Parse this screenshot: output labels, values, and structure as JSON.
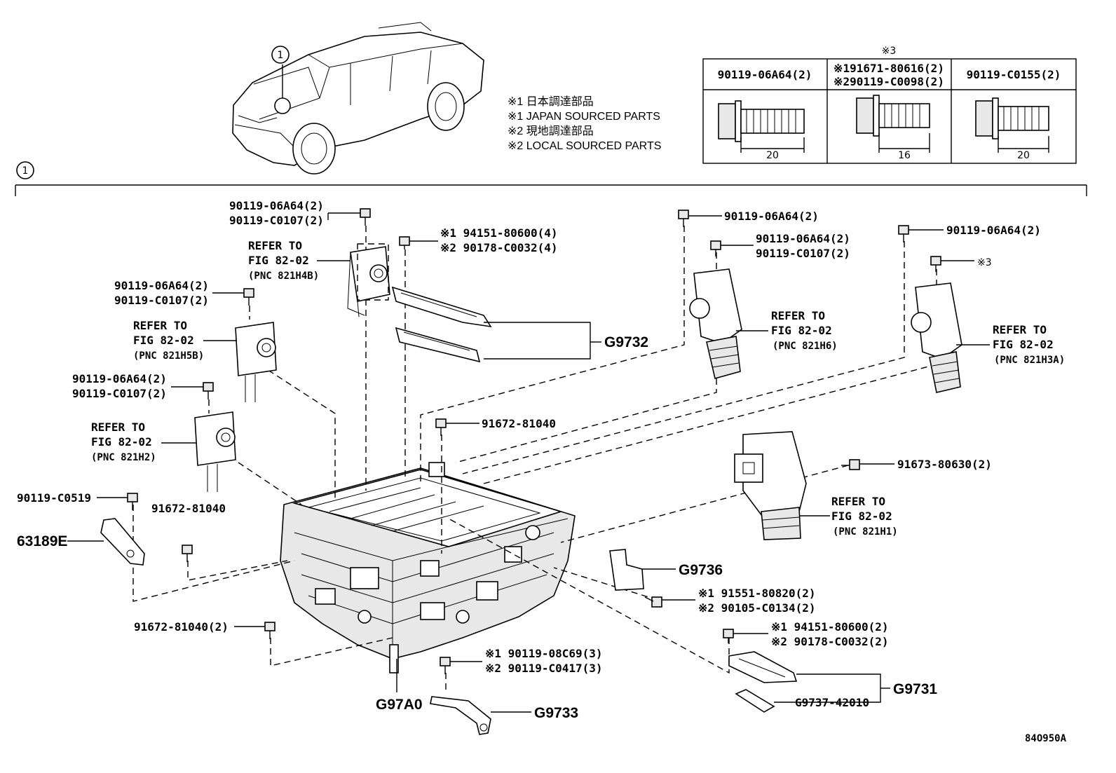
{
  "callout_number": "1",
  "notes": [
    "※1 日本調達部品",
    "※1 JAPAN SOURCED PARTS",
    "※2 現地調達部品",
    "※2 LOCAL SOURCED PARTS"
  ],
  "bolt_table": {
    "caption": "※3",
    "columns": [
      {
        "header_lines": [
          "90119-06A64(2)"
        ],
        "dimension": "20"
      },
      {
        "header_lines": [
          "※191671-80616(2)",
          "※290119-C0098(2)"
        ],
        "dimension": "16"
      },
      {
        "header_lines": [
          "90119-C0155(2)"
        ],
        "dimension": "20"
      }
    ]
  },
  "labels": {
    "top_bolt_a1": "90119-06A64(2)",
    "top_bolt_a2": "90119-C0107(2)",
    "refer_a1": "REFER TO",
    "refer_a2": "FIG 82-02",
    "refer_a3": "(PNC 821H4B)",
    "nut_top1": "※1 94151-80600(4)",
    "nut_top2": "※2 90178-C0032(4)",
    "left_bolt_b1": "90119-06A64(2)",
    "left_bolt_b2": "90119-C0107(2)",
    "refer_b1": "REFER TO",
    "refer_b2": "FIG 82-02",
    "refer_b3": "(PNC 821H5B)",
    "left_bolt_c1": "90119-06A64(2)",
    "left_bolt_c2": "90119-C0107(2)",
    "refer_c1": "REFER TO",
    "refer_c2": "FIG 82-02",
    "refer_c3": "(PNC 821H2)",
    "g9732": "G9732",
    "right_bolt_d": "90119-06A64(2)",
    "right_bolt_e1": "90119-06A64(2)",
    "right_bolt_e2": "90119-C0107(2)",
    "refer_e1": "REFER TO",
    "refer_e2": "FIG 82-02",
    "refer_e3": "(PNC 821H6)",
    "far_bolt_f": "90119-06A64(2)",
    "far_note_f": "※3",
    "refer_f1": "REFER TO",
    "refer_f2": "FIG 82-02",
    "refer_f3": "(PNC 821H3A)",
    "bolt_91672_a": "91672-81040",
    "bolt_91673": "91673-80630(2)",
    "refer_g1": "REFER TO",
    "refer_g2": "FIG 82-02",
    "refer_g3": "(PNC 821H1)",
    "bolt_c0519": "90119-C0519",
    "bolt_91672_b": "91672-81040",
    "bracket_63189e": "63189E",
    "g9736": "G9736",
    "bolt_91551_1": "※1 91551-80820(2)",
    "bolt_91551_2": "※2 90105-C0134(2)",
    "bolt_91672_c": "91672-81040(2)",
    "nut_bot1": "※1 94151-80600(2)",
    "nut_bot2": "※2 90178-C0032(2)",
    "bolt_08c69_1": "※1 90119-08C69(3)",
    "bolt_08c69_2": "※2 90119-C0417(3)",
    "g97a0": "G97A0",
    "g9733": "G9733",
    "g9731": "G9731",
    "g9737": "G9737-42010",
    "diagram_id": "84O950A"
  }
}
